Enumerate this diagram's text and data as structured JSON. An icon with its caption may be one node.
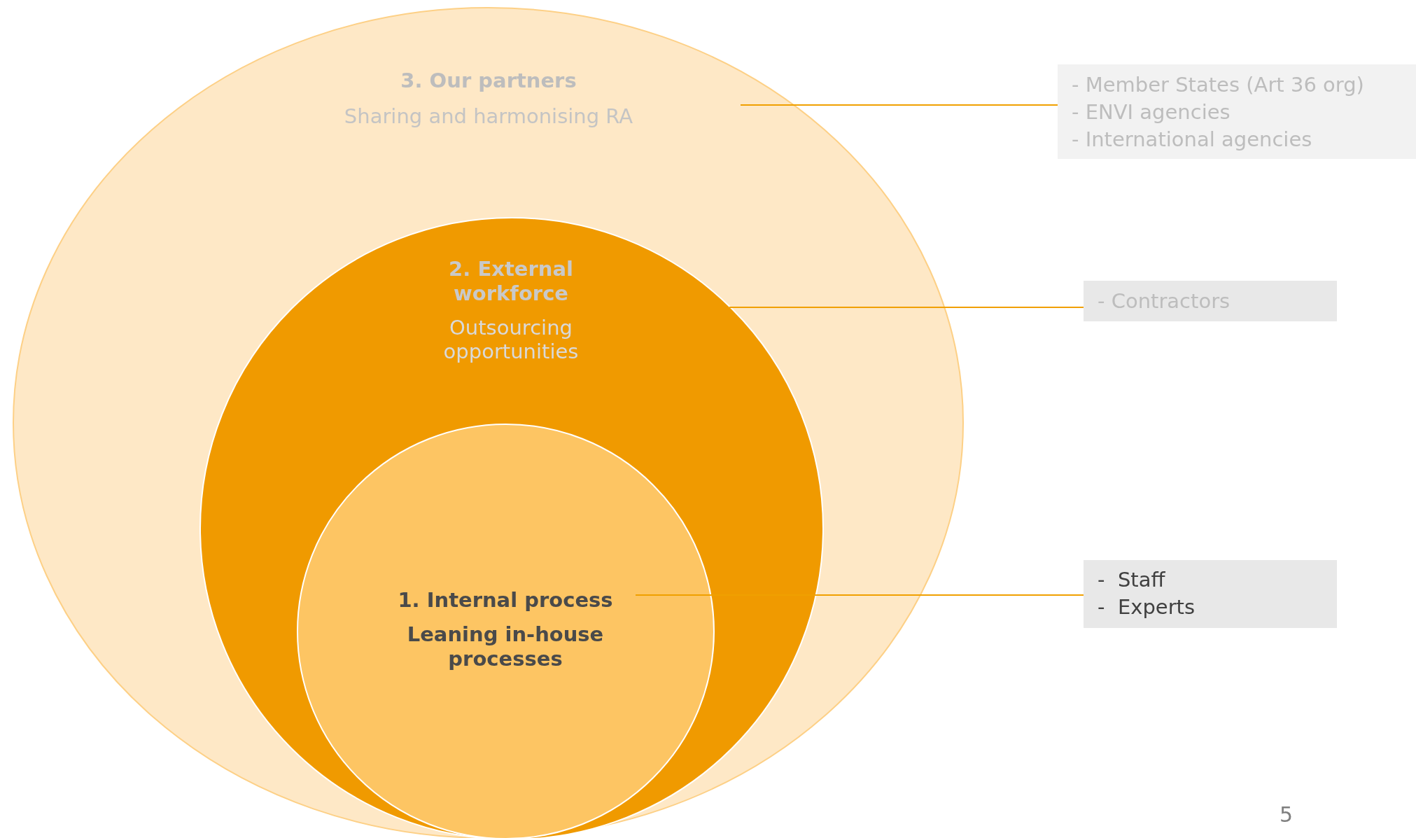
{
  "diagram": {
    "nodes": [
      {
        "text": [
          "3. Our partners",
          "Sharing and harmonising RA"
        ]
      },
      {
        "text": [
          "2. External workforce",
          "Outsourcing opportunities"
        ],
        "in": 0
      },
      {
        "text": [
          "1. Internal process",
          "Leaning in-house processes"
        ],
        "in": 1
      },
      {
        "text": [
          "- Member States (Art 36 org)",
          "- ENVI agencies",
          "- International agencies"
        ]
      },
      {
        "text": [
          "- Contractors"
        ]
      },
      {
        "text": [
          "-  Staff",
          "-  Experts"
        ]
      }
    ],
    "edges": [
      {
        "from": 0,
        "to": 3,
        "arrow": "none"
      },
      {
        "from": 1,
        "to": 4,
        "arrow": "none"
      },
      {
        "from": 2,
        "to": 5,
        "arrow": "none"
      }
    ],
    "labels": [
      "5"
    ]
  }
}
